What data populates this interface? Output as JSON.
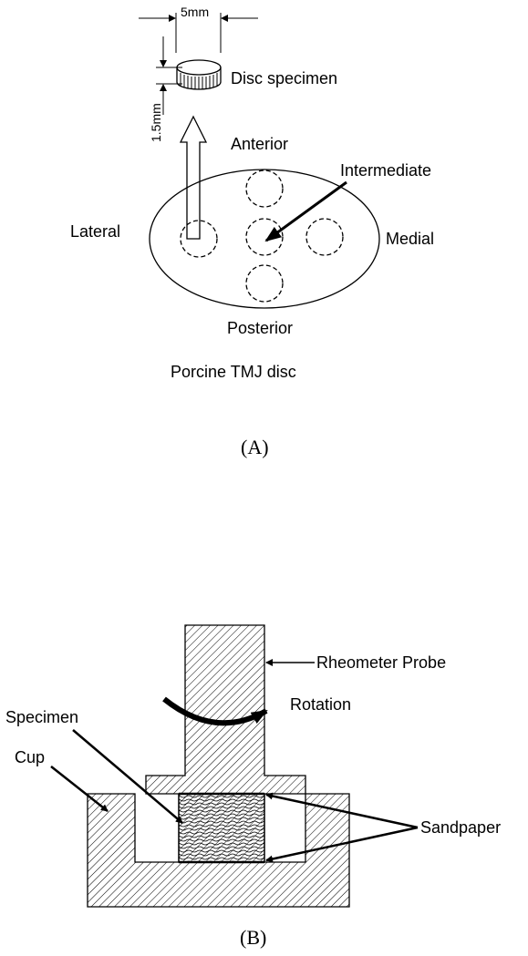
{
  "panel_a": {
    "dim_width": "5mm",
    "dim_height": "1.5mm",
    "specimen_label": "Disc specimen",
    "anterior": "Anterior",
    "intermediate": "Intermediate",
    "lateral": "Lateral",
    "medial": "Medial",
    "posterior": "Posterior",
    "disc_label": "Porcine TMJ disc",
    "caption": "(A)"
  },
  "panel_b": {
    "probe_label": "Rheometer Probe",
    "rotation_label": "Rotation",
    "specimen_label": "Specimen",
    "cup_label": "Cup",
    "sandpaper_label": "Sandpaper",
    "caption": "(B)"
  }
}
